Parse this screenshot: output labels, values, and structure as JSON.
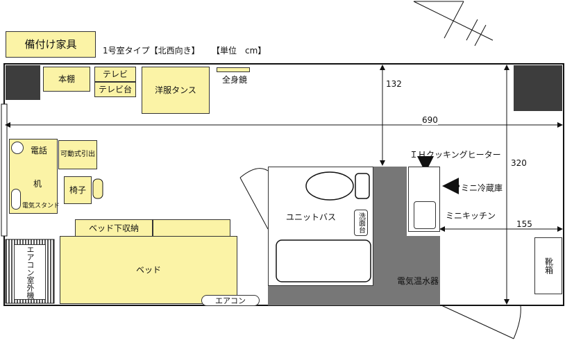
{
  "header": {
    "legend_label": "備付け家具",
    "room_type": "1号室タイプ【北西向き】",
    "unit_note": "【単位　cm】"
  },
  "furniture": {
    "bookshelf": "本棚",
    "tv": "テレビ",
    "tv_stand": "テレビ台",
    "wardrobe": "洋服タンス",
    "mirror": "全身鏡",
    "desk": "机",
    "phone": "電話",
    "stand": "電気スタンド",
    "movable_drawer": "可動式引出",
    "chair": "椅子",
    "bed_storage": "ベッド下収納",
    "bed": "ベッド",
    "ac_outdoor": "エアコン室外機",
    "aircon": "エアコン",
    "unit_bath": "ユニットバス",
    "washbasin": "洗面台",
    "ih_heater": "ＩＨクッキングヒーター",
    "mini_fridge": "ミニ冷蔵庫",
    "mini_kitchen": "ミニキッチン",
    "water_heater": "電気温水器",
    "shoe_box": "靴箱"
  },
  "dimensions": {
    "width": "690",
    "height": "320",
    "top_depth": "132",
    "kitchen_width": "155"
  }
}
